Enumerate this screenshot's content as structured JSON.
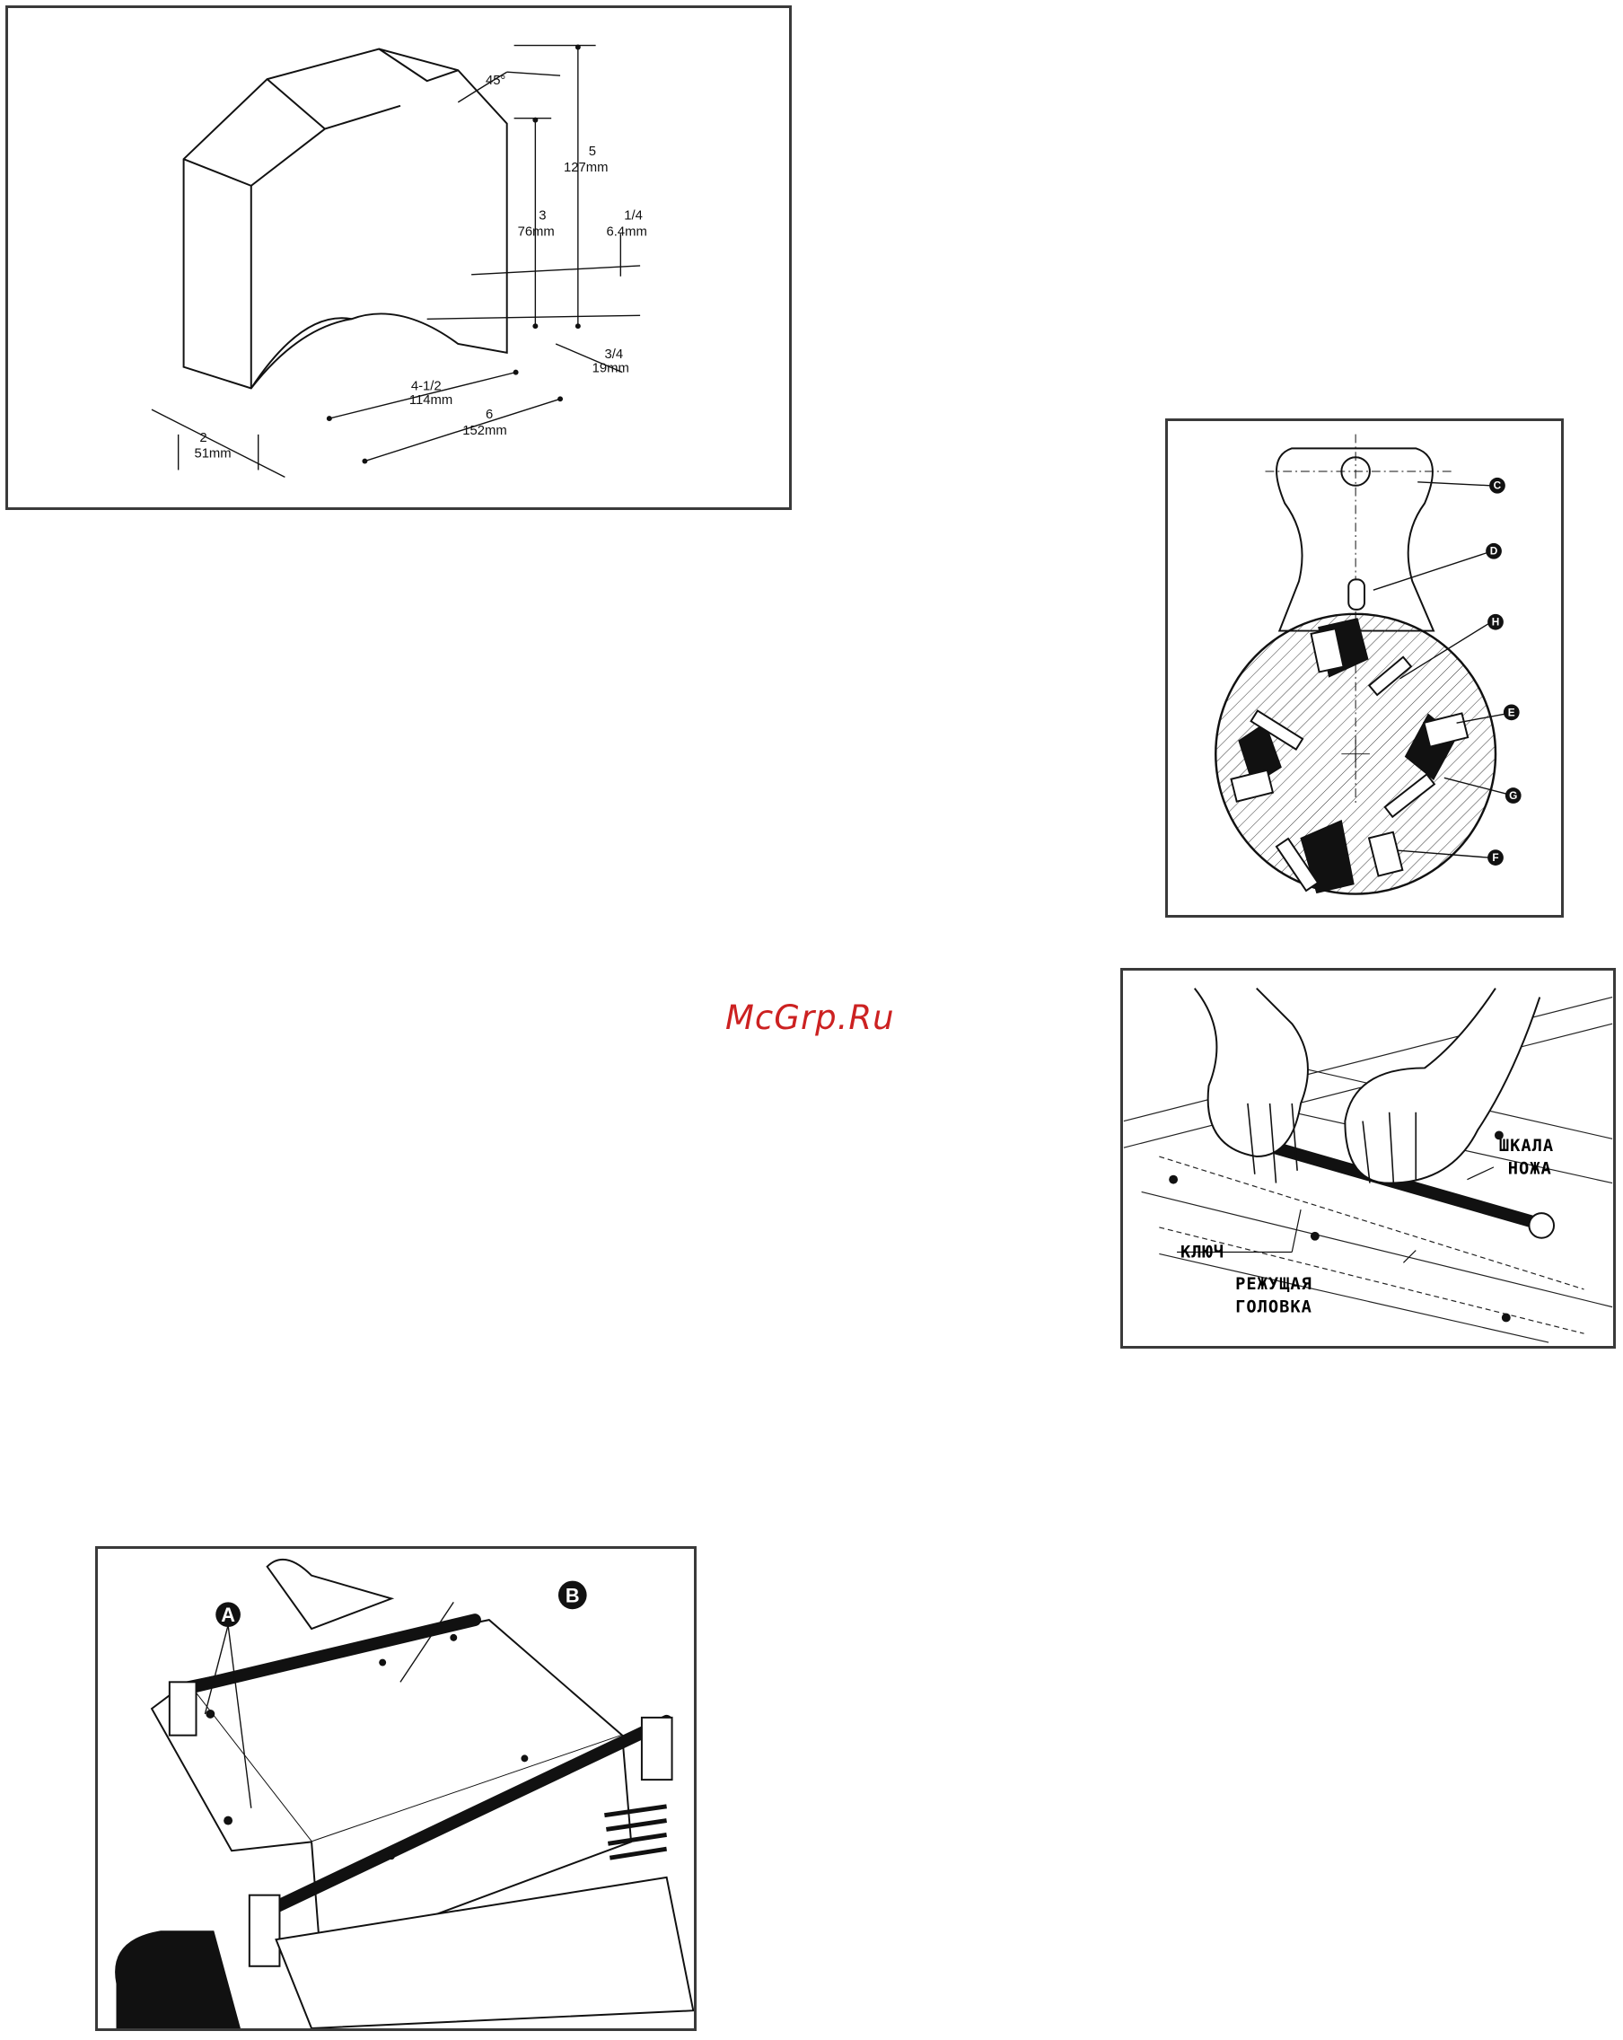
{
  "watermark": "McGrp.Ru",
  "fig_block": {
    "angle": "45°",
    "h_in": "5",
    "h_mm": "127mm",
    "mid_in": "3",
    "mid_mm": "76mm",
    "q_in": "1/4",
    "q_mm": "6.4mm",
    "tq_in": "3/4",
    "tq_mm": "19mm",
    "arc_in": "4-1/2",
    "arc_mm": "114mm",
    "len_in": "6",
    "len_mm": "152mm",
    "w_in": "2",
    "w_mm": "51mm"
  },
  "fig_cutterhead": {
    "callouts": [
      "C",
      "D",
      "H",
      "E",
      "G",
      "F"
    ]
  },
  "fig_knife": {
    "scale_line1": "ШКАЛА",
    "scale_line2": "НОЖА",
    "key": "КЛЮЧ",
    "head_line1": "РЕЖУЩАЯ",
    "head_line2": "ГОЛОВКА"
  },
  "fig_planer": {
    "callout_a": "A",
    "callout_b": "B"
  }
}
